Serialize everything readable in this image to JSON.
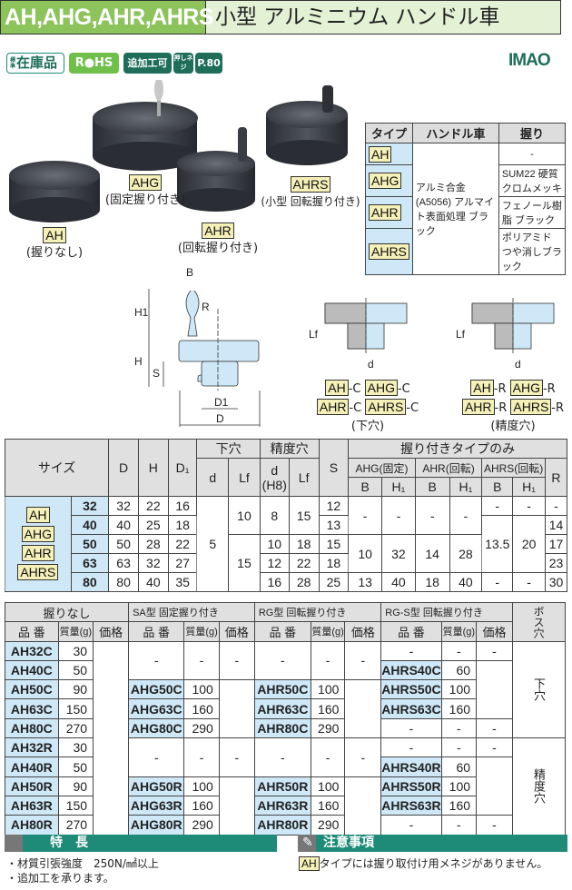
{
  "header": {
    "codes": "AH,AHG,AHR,AHRS",
    "title": "小型 アルミニウム ハンドル車",
    "brand": "IMAO"
  },
  "badges": {
    "stock_small": "標準",
    "stock": "在庫品",
    "rohs": "R●HS",
    "addwork": "追加工可",
    "push": "押しネジ",
    "page": "P.80"
  },
  "products": [
    {
      "code": "AH",
      "desc": "(握りなし)"
    },
    {
      "code": "AHG",
      "desc": "(固定握り付き)"
    },
    {
      "code": "AHR",
      "desc": "(回転握り付き)"
    },
    {
      "code": "AHRS",
      "desc": "(小型 回転握り付き)"
    }
  ],
  "type_table": {
    "headers": [
      "タイプ",
      "ハンドル車",
      "握り"
    ],
    "types": [
      "AH",
      "AHG",
      "AHR",
      "AHRS"
    ],
    "wheel": "アルミ合金(A5056) アルマイト表面処理 ブラック",
    "grips": [
      "-",
      "SUM22 硬質クロムメッキ",
      "フェノール樹脂 ブラック",
      "ポリアミド つや消しブラック"
    ]
  },
  "diagram": {
    "dims": [
      "B",
      "H1",
      "R",
      "H",
      "S",
      "D1",
      "D",
      "Lf",
      "d",
      "Lf",
      "d"
    ],
    "c_labels": [
      [
        "AH",
        "-C"
      ],
      [
        "AHG",
        "-C"
      ],
      [
        "AHR",
        "-C"
      ],
      [
        "AHRS",
        "-C"
      ]
    ],
    "c_caption": "(下穴)",
    "r_labels": [
      [
        "AH",
        "-R"
      ],
      [
        "AHG",
        "-R"
      ],
      [
        "AHR",
        "-R"
      ],
      [
        "AHRS",
        "-R"
      ]
    ],
    "r_caption": "(精度穴)"
  },
  "spec": {
    "h": {
      "size": "サイズ",
      "D": "D",
      "H": "H",
      "D1": "D₁",
      "pilot": "下穴",
      "precision": "精度穴",
      "d": "d",
      "Lf": "Lf",
      "dh8": "d (H8)",
      "S": "S",
      "grip_only": "握り付きタイプのみ",
      "ahg": "AHG(固定)",
      "ahr": "AHR(回転)",
      "ahrs": "AHRS(回転)",
      "B": "B",
      "H1": "H₁",
      "R": "R"
    },
    "groups": [
      "AH",
      "AHG",
      "AHR",
      "AHRS"
    ],
    "rows": [
      [
        {
          "t": "32",
          "c": "sz"
        },
        {
          "t": "32"
        },
        {
          "t": "22"
        },
        {
          "t": "16"
        },
        {
          "t": "5",
          "rs": 5
        },
        {
          "t": "10",
          "rs": 2
        },
        {
          "t": "8",
          "rs": 2
        },
        {
          "t": "15",
          "rs": 2
        },
        {
          "t": "12"
        },
        {
          "t": "-",
          "rs": 2
        },
        {
          "t": "-",
          "rs": 2
        },
        {
          "t": "-",
          "rs": 2
        },
        {
          "t": "-",
          "rs": 2
        },
        {
          "t": "-"
        },
        {
          "t": "-"
        },
        {
          "t": "-"
        }
      ],
      [
        {
          "t": "40",
          "c": "sz"
        },
        {
          "t": "40"
        },
        {
          "t": "25"
        },
        {
          "t": "18"
        },
        {
          "t": "13"
        },
        {
          "t": "13.5",
          "rs": 3
        },
        {
          "t": "20",
          "rs": 3
        },
        {
          "t": "14"
        }
      ],
      [
        {
          "t": "50",
          "c": "sz"
        },
        {
          "t": "50"
        },
        {
          "t": "28"
        },
        {
          "t": "22"
        },
        {
          "t": "15",
          "rs": 3
        },
        {
          "t": "10"
        },
        {
          "t": "18"
        },
        {
          "t": "15"
        },
        {
          "t": "10",
          "rs": 2
        },
        {
          "t": "32",
          "rs": 2
        },
        {
          "t": "14",
          "rs": 2
        },
        {
          "t": "28",
          "rs": 2
        },
        {
          "t": "17"
        }
      ],
      [
        {
          "t": "63",
          "c": "sz"
        },
        {
          "t": "63"
        },
        {
          "t": "32"
        },
        {
          "t": "27"
        },
        {
          "t": "12"
        },
        {
          "t": "22"
        },
        {
          "t": "18"
        },
        {
          "t": "23"
        }
      ],
      [
        {
          "t": "80",
          "c": "sz"
        },
        {
          "t": "80"
        },
        {
          "t": "40"
        },
        {
          "t": "35"
        },
        {
          "t": "16"
        },
        {
          "t": "28"
        },
        {
          "t": "25"
        },
        {
          "t": "13"
        },
        {
          "t": "40"
        },
        {
          "t": "18"
        },
        {
          "t": "40"
        },
        {
          "t": "-"
        },
        {
          "t": "-"
        },
        {
          "t": "30"
        }
      ]
    ]
  },
  "parts": {
    "groups": [
      "握りなし",
      "SA型 固定握り付き",
      "RG型 回転握り付き",
      "RG-S型 回転握り付き"
    ],
    "boss": "ボス穴",
    "cols": [
      "品 番",
      "質量(g)",
      "価格"
    ],
    "rows": [
      [
        {
          "t": "AH32C",
          "c": "pc"
        },
        {
          "t": "30"
        },
        {
          "t": "",
          "rs": 10
        },
        {
          "t": "-",
          "rs": 2
        },
        {
          "t": "-",
          "rs": 2
        },
        {
          "t": "-",
          "rs": 2
        },
        {
          "t": "-",
          "rs": 2
        },
        {
          "t": "-",
          "rs": 2
        },
        {
          "t": "-",
          "rs": 2
        },
        {
          "t": "-"
        },
        {
          "t": "-"
        },
        {
          "t": "-"
        },
        {
          "t": "下穴",
          "rs": 5
        }
      ],
      [
        {
          "t": "AH40C",
          "c": "pc"
        },
        {
          "t": "50"
        },
        {
          "t": "AHRS40C",
          "c": "pc"
        },
        {
          "t": "60"
        },
        {
          "t": "",
          "rs": 3
        }
      ],
      [
        {
          "t": "AH50C",
          "c": "pc"
        },
        {
          "t": "90"
        },
        {
          "t": "AHG50C",
          "c": "pc"
        },
        {
          "t": "100"
        },
        {
          "t": "",
          "rs": 3
        },
        {
          "t": "AHR50C",
          "c": "pc"
        },
        {
          "t": "100"
        },
        {
          "t": "",
          "rs": 3
        },
        {
          "t": "AHRS50C",
          "c": "pc"
        },
        {
          "t": "100"
        }
      ],
      [
        {
          "t": "AH63C",
          "c": "pc"
        },
        {
          "t": "150"
        },
        {
          "t": "AHG63C",
          "c": "pc"
        },
        {
          "t": "160"
        },
        {
          "t": "AHR63C",
          "c": "pc"
        },
        {
          "t": "160"
        },
        {
          "t": "AHRS63C",
          "c": "pc"
        },
        {
          "t": "160"
        }
      ],
      [
        {
          "t": "AH80C",
          "c": "pc"
        },
        {
          "t": "270"
        },
        {
          "t": "AHG80C",
          "c": "pc"
        },
        {
          "t": "290"
        },
        {
          "t": "AHR80C",
          "c": "pc"
        },
        {
          "t": "290"
        },
        {
          "t": "-"
        },
        {
          "t": "-"
        },
        {
          "t": "-"
        }
      ],
      [
        {
          "t": "AH32R",
          "c": "pc"
        },
        {
          "t": "30"
        },
        {
          "t": "-",
          "rs": 2
        },
        {
          "t": "-",
          "rs": 2
        },
        {
          "t": "-",
          "rs": 2
        },
        {
          "t": "-",
          "rs": 2
        },
        {
          "t": "-",
          "rs": 2
        },
        {
          "t": "-",
          "rs": 2
        },
        {
          "t": "-"
        },
        {
          "t": "-"
        },
        {
          "t": "-"
        },
        {
          "t": "精度穴",
          "rs": 5
        }
      ],
      [
        {
          "t": "AH40R",
          "c": "pc"
        },
        {
          "t": "50"
        },
        {
          "t": "AHRS40R",
          "c": "pc"
        },
        {
          "t": "60"
        },
        {
          "t": "",
          "rs": 3
        }
      ],
      [
        {
          "t": "AH50R",
          "c": "pc"
        },
        {
          "t": "90"
        },
        {
          "t": "AHG50R",
          "c": "pc"
        },
        {
          "t": "100"
        },
        {
          "t": "",
          "rs": 3
        },
        {
          "t": "AHR50R",
          "c": "pc"
        },
        {
          "t": "100"
        },
        {
          "t": "",
          "rs": 3
        },
        {
          "t": "AHRS50R",
          "c": "pc"
        },
        {
          "t": "100"
        }
      ],
      [
        {
          "t": "AH63R",
          "c": "pc"
        },
        {
          "t": "150"
        },
        {
          "t": "AHG63R",
          "c": "pc"
        },
        {
          "t": "160"
        },
        {
          "t": "AHR63R",
          "c": "pc"
        },
        {
          "t": "160"
        },
        {
          "t": "AHRS63R",
          "c": "pc"
        },
        {
          "t": "160"
        }
      ],
      [
        {
          "t": "AH80R",
          "c": "pc"
        },
        {
          "t": "270"
        },
        {
          "t": "AHG80R",
          "c": "pc"
        },
        {
          "t": "290"
        },
        {
          "t": "AHR80R",
          "c": "pc"
        },
        {
          "t": "290"
        },
        {
          "t": "-"
        },
        {
          "t": "-"
        },
        {
          "t": "-"
        }
      ]
    ]
  },
  "features": {
    "title": "特　長",
    "items": [
      "・材質引張強度　250N/㎟以上",
      "・追加工を承ります。"
    ]
  },
  "cautions": {
    "title": "注意事項",
    "tag": "AH",
    "text": "タイプには握り取付け用メネジがありません。"
  }
}
